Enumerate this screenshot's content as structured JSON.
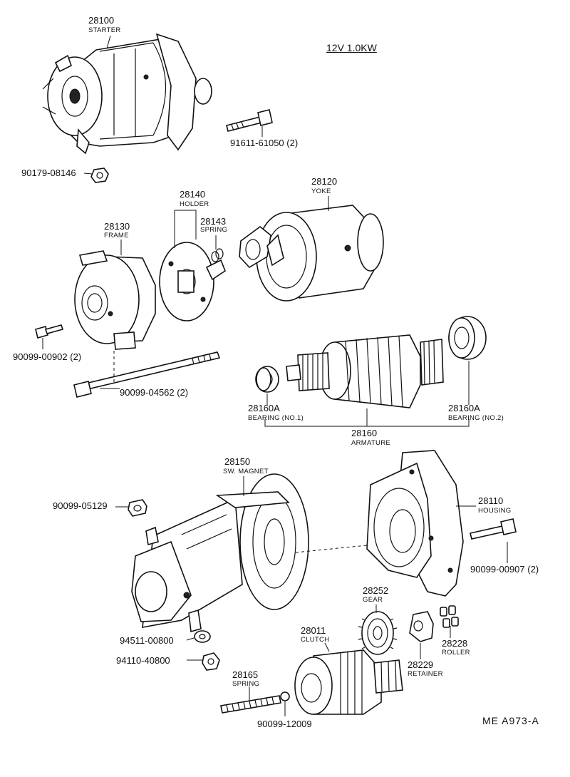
{
  "header": {
    "spec": "12V 1.0KW"
  },
  "reference": "ME  A973-A",
  "callouts": {
    "c28100": {
      "number": "28100",
      "name": "STARTER"
    },
    "c91611": {
      "number": "91611-61050 (2)"
    },
    "c90179": {
      "number": "90179-08146"
    },
    "c28140": {
      "number": "28140",
      "name": "HOLDER"
    },
    "c28143": {
      "number": "28143",
      "name": "SPRING"
    },
    "c28120": {
      "number": "28120",
      "name": "YOKE"
    },
    "c28130": {
      "number": "28130",
      "name": "FRAME"
    },
    "c90099_00902": {
      "number": "90099-00902 (2)"
    },
    "c90099_04562": {
      "number": "90099-04562 (2)"
    },
    "c28160A_1": {
      "number": "28160A",
      "name": "BEARING (NO.1)"
    },
    "c28160A_2": {
      "number": "28160A",
      "name": "BEARING (NO.2)"
    },
    "c28160": {
      "number": "28160",
      "name": "ARMATURE"
    },
    "c28150": {
      "number": "28150",
      "name": "SW. MAGNET"
    },
    "c90099_05129": {
      "number": "90099-05129"
    },
    "c28110": {
      "number": "28110",
      "name": "HOUSING"
    },
    "c90099_00907": {
      "number": "90099-00907 (2)"
    },
    "c28252": {
      "number": "28252",
      "name": "GEAR"
    },
    "c94511": {
      "number": "94511-00800"
    },
    "c28011": {
      "number": "28011",
      "name": "CLUTCH"
    },
    "c28228": {
      "number": "28228",
      "name": "ROLLER"
    },
    "c94110": {
      "number": "94110-40800"
    },
    "c28229": {
      "number": "28229",
      "name": "RETAINER"
    },
    "c28165": {
      "number": "28165",
      "name": "SPRING"
    },
    "c90099_12009": {
      "number": "90099-12009"
    }
  }
}
